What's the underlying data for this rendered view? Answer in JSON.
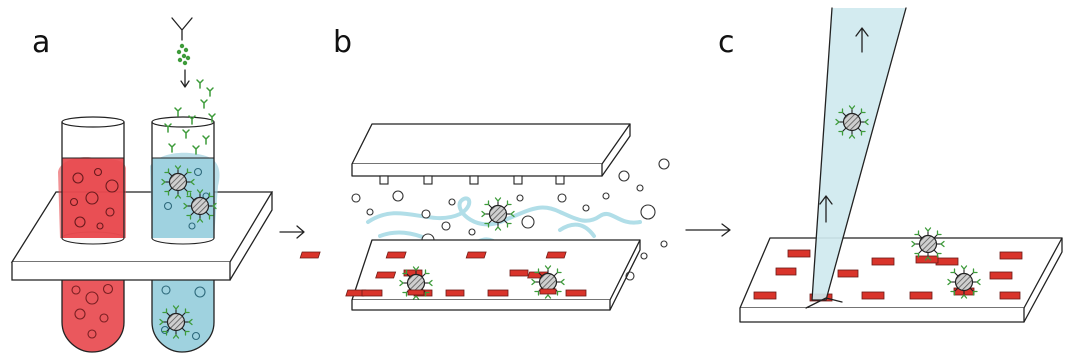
{
  "panels": [
    {
      "label": "a"
    },
    {
      "label": "b"
    },
    {
      "label": "c"
    }
  ],
  "colors": {
    "red_liquid": "#e84a4f",
    "blue_liquid": "#9fd2df",
    "tip_fill": "#cfe9ef",
    "pad_red": "#d9342b",
    "antibody_green": "#3d9b3a",
    "flow_stream": "#a9dbe6",
    "ink": "#222222"
  },
  "icons": [
    "antibody-icon",
    "cell-icon",
    "arrow-right-icon",
    "arrow-up-icon",
    "arrow-down-icon"
  ]
}
